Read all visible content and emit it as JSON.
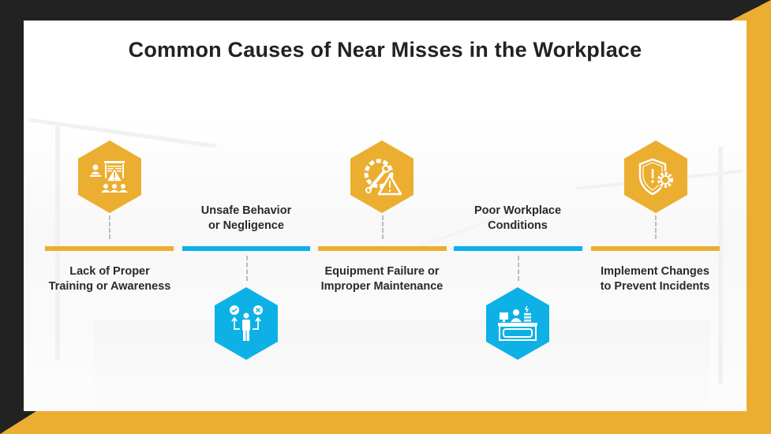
{
  "title": "Common Causes of Near Misses in the Workplace",
  "colors": {
    "yellow": "#ECAE30",
    "blue": "#0DB1E6",
    "dark": "#222222",
    "text": "#2A2A2A"
  },
  "steps": [
    {
      "line1": "Lack of Proper",
      "line2": "Training or Awareness",
      "icon": "training-warning-icon",
      "color": "yellow",
      "position": "top"
    },
    {
      "line1": "Unsafe Behavior",
      "line2": "or Negligence",
      "icon": "person-choice-icon",
      "color": "blue",
      "position": "bottom"
    },
    {
      "line1": "Equipment Failure or",
      "line2": "Improper Maintenance",
      "icon": "gear-wrench-warning-icon",
      "color": "yellow",
      "position": "top"
    },
    {
      "line1": "Poor Workplace",
      "line2": "Conditions",
      "icon": "cluttered-desk-icon",
      "color": "blue",
      "position": "bottom"
    },
    {
      "line1": "Implement Changes",
      "line2": "to Prevent Incidents",
      "icon": "shield-alert-gear-icon",
      "color": "yellow",
      "position": "top"
    }
  ]
}
